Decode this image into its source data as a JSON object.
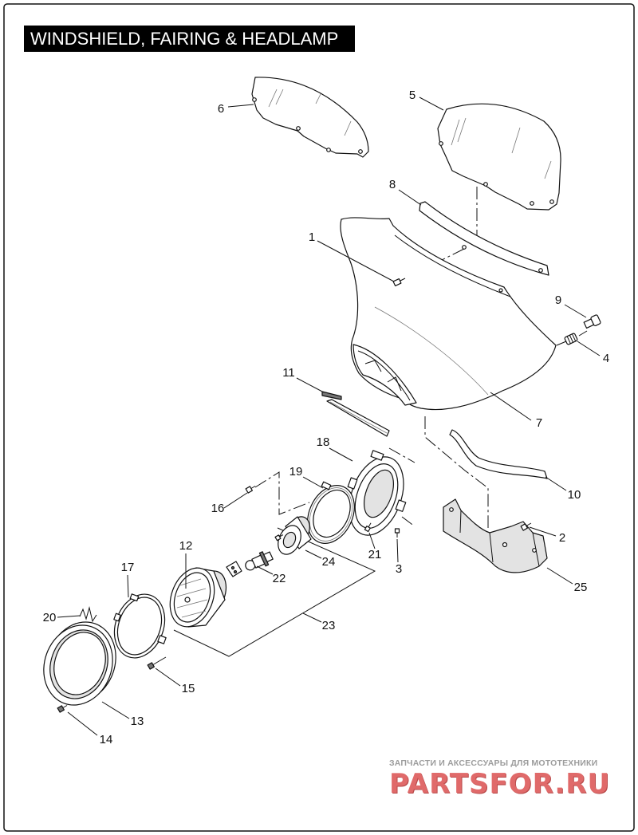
{
  "title": "WINDSHIELD, FAIRING & HEADLAMP",
  "callouts": {
    "c1": "1",
    "c2": "2",
    "c3": "3",
    "c4": "4",
    "c5": "5",
    "c6": "6",
    "c7": "7",
    "c8": "8",
    "c9": "9",
    "c10": "10",
    "c11": "11",
    "c12": "12",
    "c13": "13",
    "c14": "14",
    "c15": "15",
    "c16": "16",
    "c17": "17",
    "c18": "18",
    "c19": "19",
    "c20": "20",
    "c21": "21",
    "c22": "22",
    "c23": "23",
    "c24": "24",
    "c25": "25"
  },
  "watermark": {
    "tagline": "ЗАПЧАСТИ И АКСЕССУАРЫ ДЛЯ МОТОТЕХНИКИ",
    "logo": "PARTSFOR.RU",
    "logo_color": "#e06a6a"
  },
  "colors": {
    "line": "#111111",
    "banner": "#000000",
    "banner_text": "#ffffff"
  }
}
